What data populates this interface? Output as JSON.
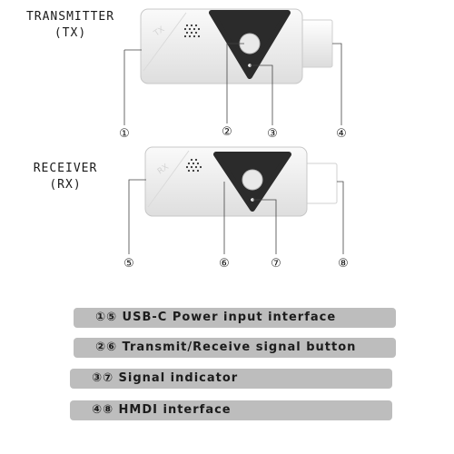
{
  "devices": {
    "transmitter": {
      "title": "TRANSMITTER",
      "abbr": "(TX)",
      "logo": "TX"
    },
    "receiver": {
      "title": "RECEIVER",
      "abbr": "(RX)",
      "logo": "RX"
    }
  },
  "callouts": [
    "①",
    "②",
    "③",
    "④",
    "⑤",
    "⑥",
    "⑦",
    "⑧"
  ],
  "legend": [
    "①⑤ USB-C Power input interface",
    "②⑥ Transmit/Receive signal button",
    "③⑦ Signal indicator",
    "④⑧ HMDI interface"
  ],
  "colors": {
    "body": "#f4f4f4",
    "panel": "#2b2b2b",
    "button": "#e8e8e8",
    "legend_bg": "#bdbdbd"
  }
}
